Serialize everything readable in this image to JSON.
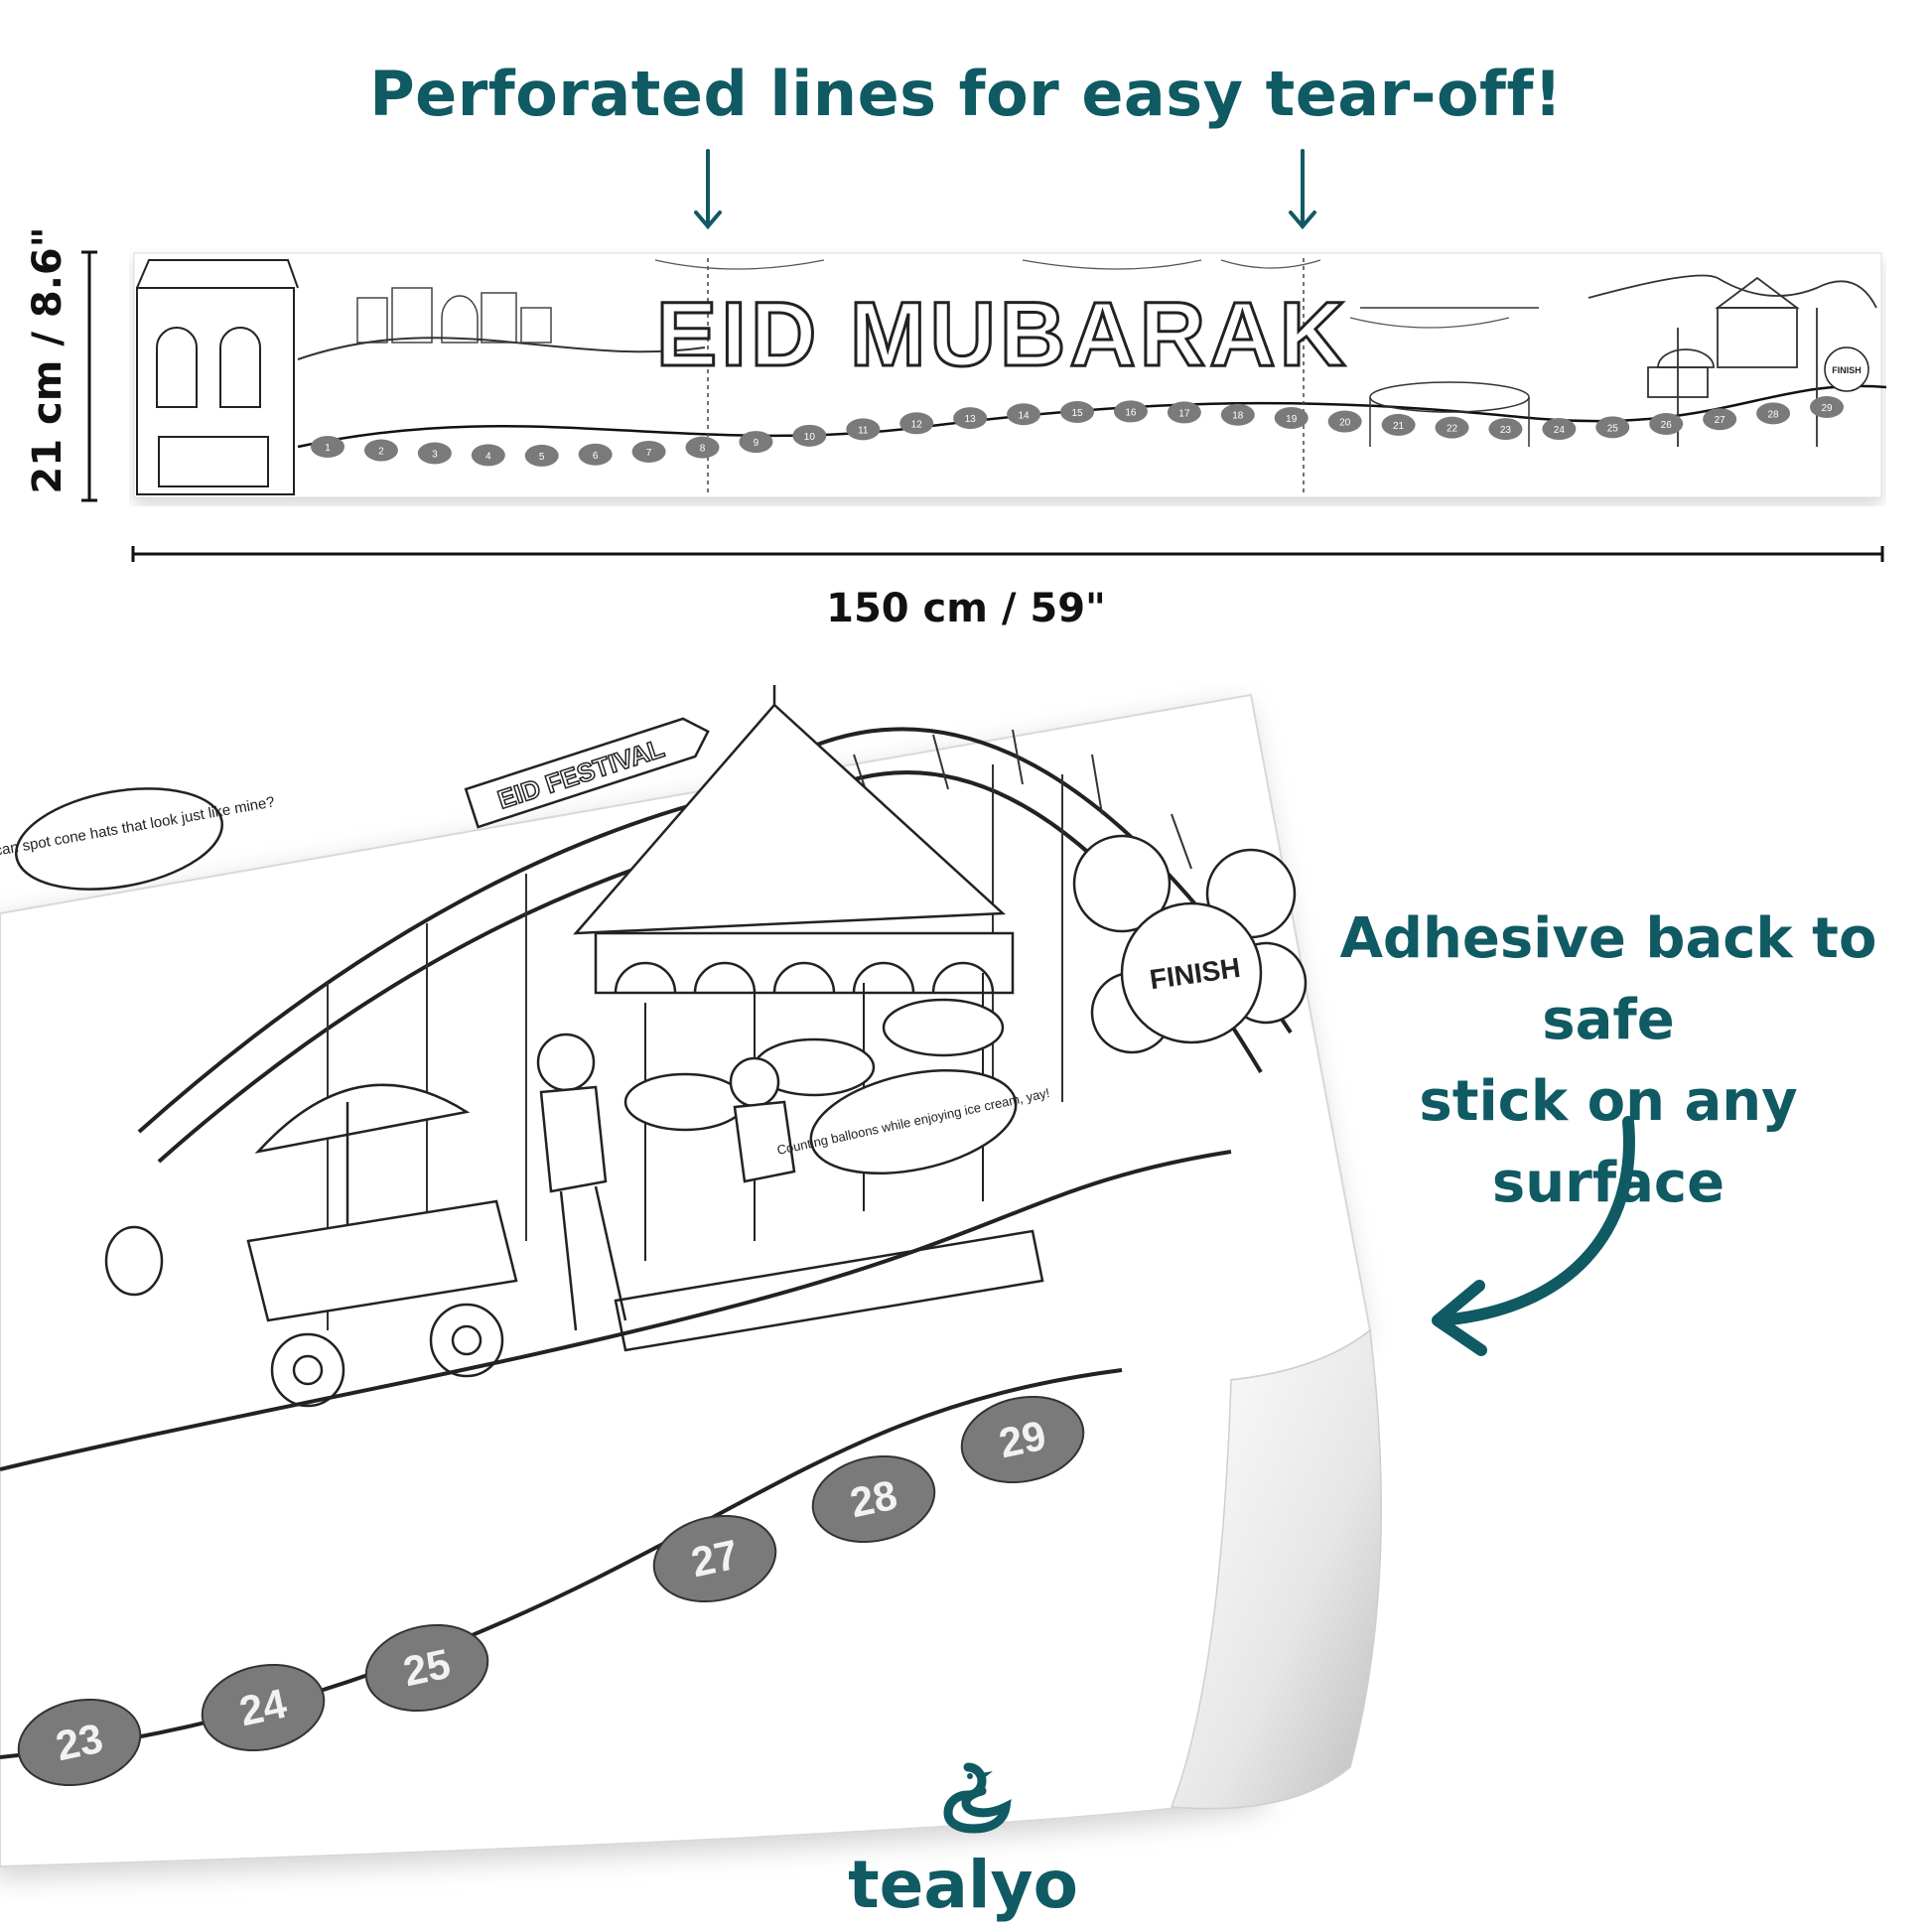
{
  "headline": "Perforated lines for easy tear-off!",
  "dimension_height": "21 cm / 8.6\"",
  "dimension_width": "150 cm / 59\"",
  "adhesive_line1": "Adhesive back to safe",
  "adhesive_line2": "stick on any surface",
  "banner_title": "EID MUBARAK",
  "festival_banner": "EID FESTIVAL",
  "finish_label": "FINISH",
  "bubble_cone_hats": "Who can spot cone hats that look just like mine?",
  "bubble_balloons": "Counting balloons while enjoying ice cream, yay!",
  "board_numbers_small": [
    "1",
    "2",
    "3",
    "4",
    "5",
    "6",
    "7",
    "8",
    "9",
    "10",
    "11",
    "12",
    "13",
    "14",
    "15",
    "16",
    "17",
    "18",
    "19",
    "20",
    "21",
    "22",
    "23",
    "24",
    "25",
    "26",
    "27",
    "28",
    "29"
  ],
  "board_numbers_large": [
    "23",
    "24",
    "25",
    "27",
    "28",
    "29"
  ],
  "brand": "tealyo",
  "colors": {
    "teal": "#0f5a63",
    "ink": "#111111",
    "board_fill": "#7a7a7a"
  }
}
